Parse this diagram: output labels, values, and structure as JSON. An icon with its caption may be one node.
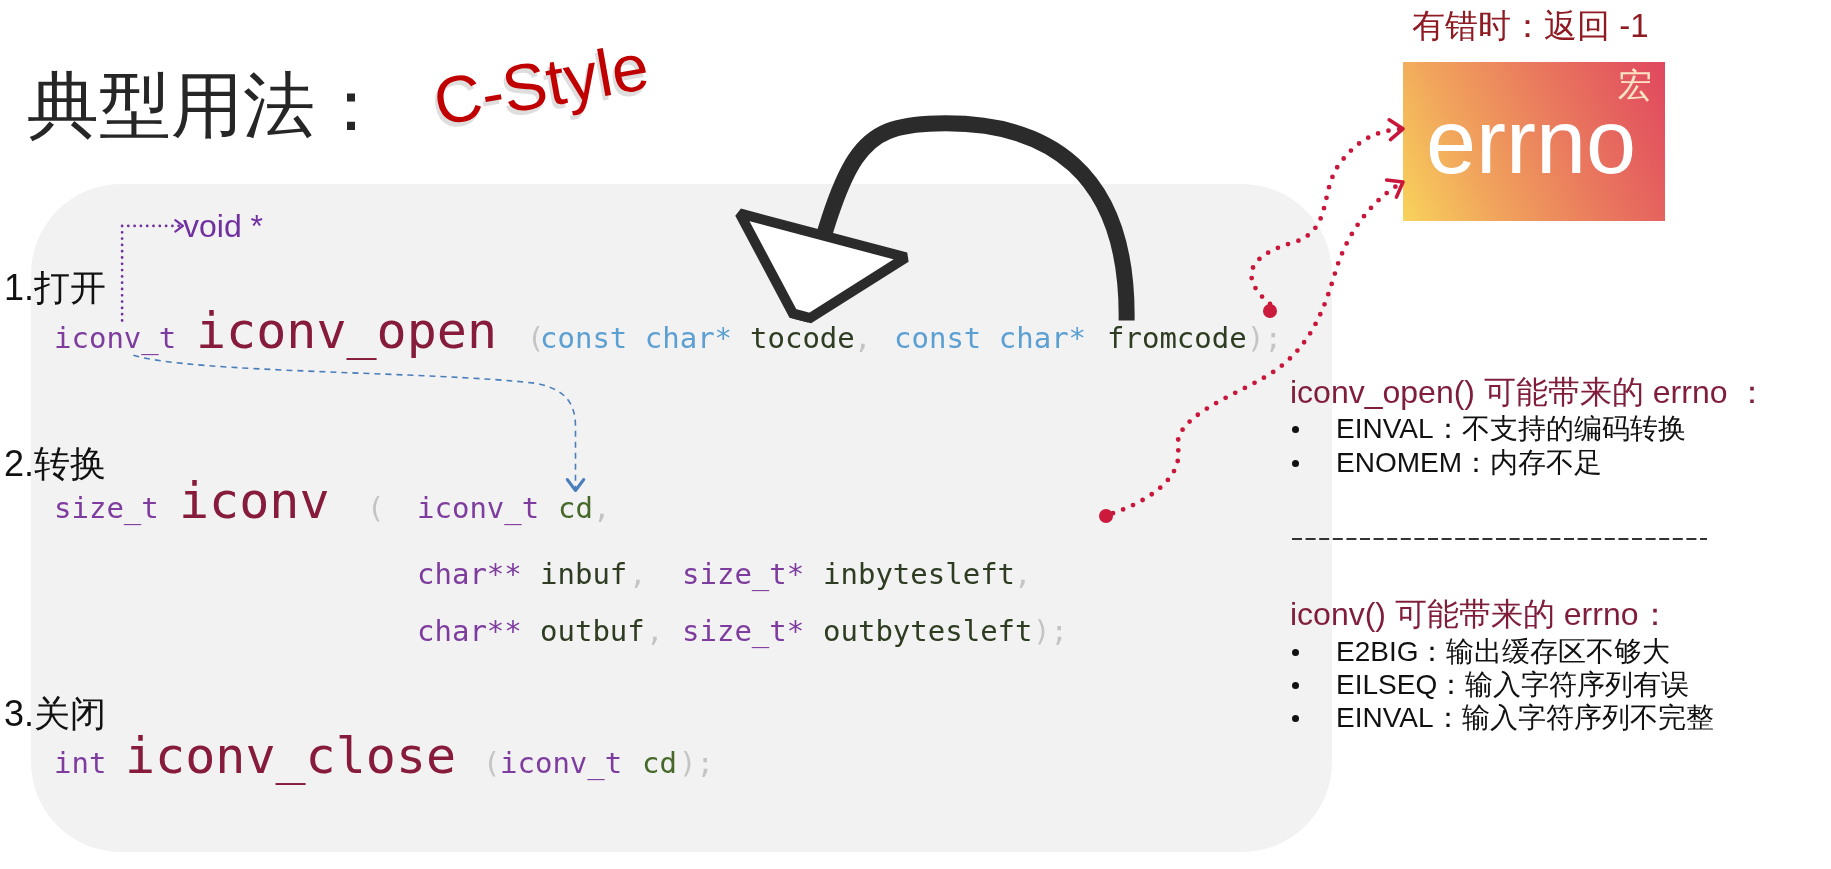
{
  "diagram": {
    "title": "典型用法：",
    "nodes": [
      {
        "text": [
          "宏",
          "errno"
        ],
        "beside": [
          "有错时：返回 -1"
        ]
      },
      {
        "text": [],
        "shape": "box"
      },
      {
        "text": [
          "void *"
        ],
        "in": 1
      },
      {
        "text": [
          "iconv_t"
        ],
        "in": 1
      },
      {
        "text": [
          "tocode"
        ],
        "in": 1
      },
      {
        "text": [
          "fromcode"
        ],
        "in": 1
      },
      {
        "text": [],
        "shape": "circle",
        "in": 1
      },
      {
        "text": [
          "cd"
        ],
        "in": 1
      },
      {
        "text": [],
        "shape": "circle",
        "in": 1
      }
    ],
    "edges": [
      {
        "from": 3,
        "to": 2,
        "arrow": "to",
        "style": "dashed",
        "color": "#7030a0"
      },
      {
        "from": 3,
        "to": 7,
        "arrow": "to",
        "style": "dashed",
        "color": "#4a7ebb"
      },
      {
        "from": 5,
        "to": 4,
        "arrow": "to",
        "style": "thick",
        "color": "#2b2b2b"
      },
      {
        "from": 6,
        "to": 0,
        "arrow": "to",
        "style": "dashed",
        "color": "#c8173a"
      },
      {
        "from": 8,
        "to": 0,
        "arrow": "to",
        "style": "dashed",
        "color": "#c8173a"
      }
    ],
    "labels": [
      "C-Style",
      "1.打开",
      "iconv_open",
      "(",
      "const char*",
      ",",
      "const char*",
      ");",
      "2.转换",
      "size_t",
      "iconv",
      "(",
      "iconv_t",
      ",",
      "char**",
      "inbuf",
      ",",
      "size_t*",
      "inbytesleft",
      ",",
      "char**",
      "outbuf",
      ",",
      "size_t*",
      "outbytesleft",
      ");",
      "3.关闭",
      "int",
      "iconv_close",
      "(",
      "iconv_t",
      "cd",
      ");",
      "iconv_open() 可能带来的 errno ：",
      "EINVAL：不支持的编码转换",
      "ENOMEM：内存不足",
      "iconv() 可能带来的 errno：",
      "E2BIG：输出缓存区不够大",
      "EILSEQ：输入字符序列有误",
      "EINVAL：输入字符序列不完整"
    ]
  }
}
